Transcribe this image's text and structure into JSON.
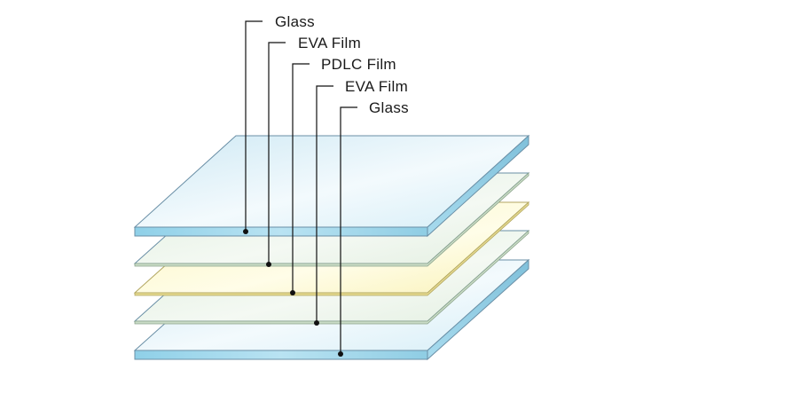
{
  "layers": [
    {
      "id": "glass-top",
      "label": "Glass",
      "material": "glass"
    },
    {
      "id": "eva-top",
      "label": "EVA Film",
      "material": "eva"
    },
    {
      "id": "pdlc",
      "label": "PDLC Film",
      "material": "pdlc"
    },
    {
      "id": "eva-bottom",
      "label": "EVA Film",
      "material": "eva"
    },
    {
      "id": "glass-bottom",
      "label": "Glass",
      "material": "glass"
    }
  ],
  "colors": {
    "glass_top_face": "#e4f3fa",
    "glass_side": "#9fd6ea",
    "eva_face": "#e8f1e6",
    "pdlc_face": "#fbf7c8",
    "edge": "#6a8fa6",
    "leader": "#111111",
    "text": "#1a1a1a"
  }
}
